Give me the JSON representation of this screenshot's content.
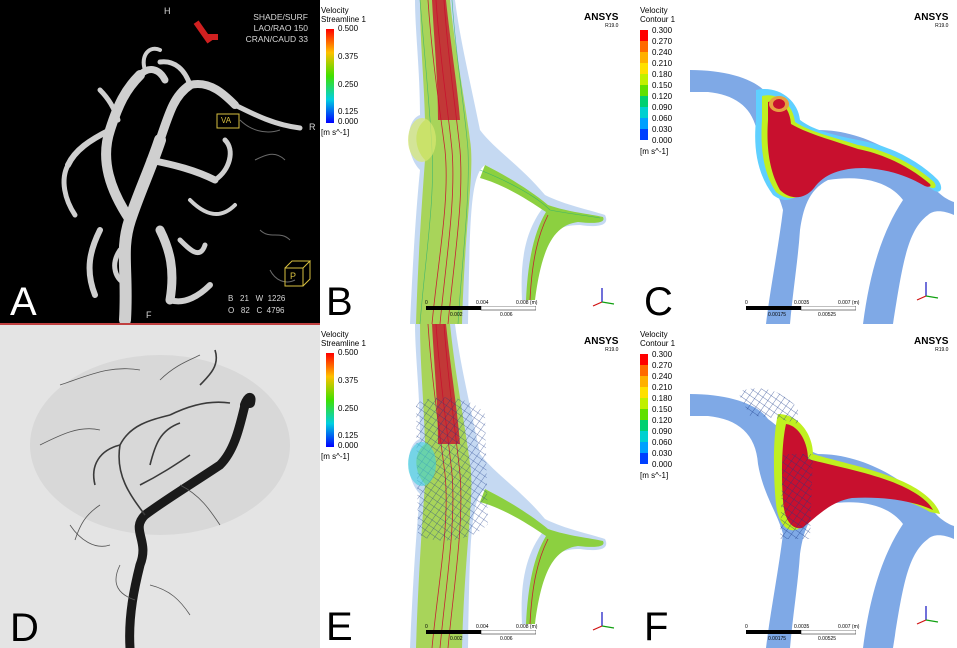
{
  "panels": {
    "A": {
      "letter": "A",
      "orient_top": "H",
      "orient_right": "R",
      "orient_bottom": "F",
      "info_lines": [
        "SHADE/SURF",
        "LAO/RAO  150",
        "CRAN/CAUD   33"
      ],
      "box_label": "VA",
      "cube_label": "P",
      "footer_line1": "B   21   W  1226",
      "footer_line2": "O   82   C  4796"
    },
    "B": {
      "letter": "B",
      "legend_title_1": "Velocity",
      "legend_title_2": "Streamline 1",
      "ticks": [
        "0.500",
        "0.375",
        "0.250",
        "0.125",
        "0.000"
      ],
      "unit": "[m s^-1]",
      "scale_labels": [
        "0",
        "0.004",
        "0.008 (m)",
        "0.002",
        "0.006"
      ]
    },
    "C": {
      "letter": "C",
      "brand": "ANSYS",
      "version": "R19.0",
      "legend_title_1": "Velocity",
      "legend_title_2": "Contour 1",
      "ticks": [
        "0.300",
        "0.270",
        "0.240",
        "0.210",
        "0.180",
        "0.150",
        "0.120",
        "0.090",
        "0.060",
        "0.030",
        "0.000"
      ],
      "unit": "[m s^-1]",
      "scale_labels": [
        "0",
        "0.0035",
        "0.007 (m)",
        "0.00175",
        "0.00525"
      ]
    },
    "B_brand": {
      "brand": "ANSYS",
      "version": "R19.0"
    },
    "D": {
      "letter": "D"
    },
    "E": {
      "letter": "E",
      "brand": "ANSYS",
      "version": "R19.0",
      "legend_title_1": "Velocity",
      "legend_title_2": "Streamline 1",
      "ticks": [
        "0.500",
        "0.375",
        "0.250",
        "0.125",
        "0.000"
      ],
      "unit": "[m s^-1]",
      "scale_labels": [
        "0",
        "0.004",
        "0.008 (m)",
        "0.002",
        "0.006"
      ]
    },
    "F": {
      "letter": "F",
      "brand": "ANSYS",
      "version": "R19.0",
      "legend_title_1": "Velocity",
      "legend_title_2": "Contour 1",
      "ticks": [
        "0.300",
        "0.270",
        "0.240",
        "0.210",
        "0.180",
        "0.150",
        "0.120",
        "0.090",
        "0.060",
        "0.030",
        "0.000"
      ],
      "unit": "[m s^-1]",
      "scale_labels": [
        "0",
        "0.0035",
        "0.007 (m)",
        "0.00175",
        "0.00525"
      ]
    }
  },
  "colors": {
    "vessel_blue": "#7fa9e6",
    "flow_red": "#c8102e",
    "dsa_bg": "#e8e8e8",
    "panel_black": "#000000"
  }
}
